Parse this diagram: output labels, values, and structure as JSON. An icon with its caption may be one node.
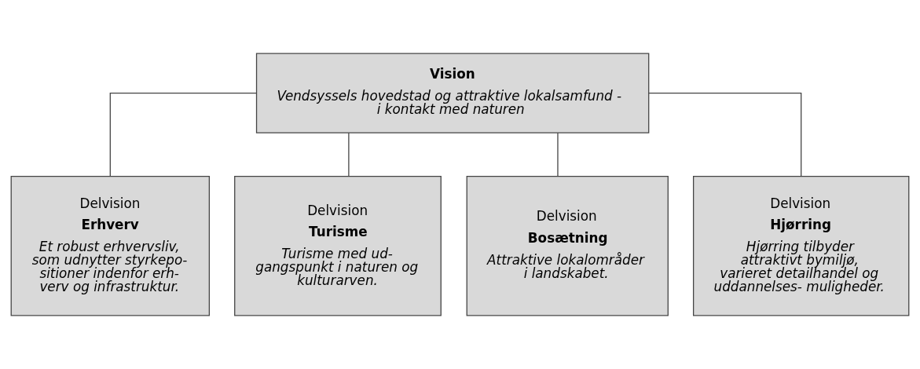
{
  "diagram": {
    "nodes": [
      {
        "text": [
          "Vision",
          "Vendsyssels hovedstad og attraktive lokalsamfund - i kontakt med naturen"
        ]
      },
      {
        "text": [
          "Delvision",
          "Erhverv",
          "Et robust erhvervsliv, som udnytter styrkepo- sitioner indenfor erh- verv og infrastruktur."
        ]
      },
      {
        "text": [
          "Delvision",
          "Turisme",
          "Turisme med ud- gangspunkt i naturen og kulturarven."
        ]
      },
      {
        "text": [
          "Delvision",
          "Bosætning",
          "Attraktive lokalområder i landskabet."
        ]
      },
      {
        "text": [
          "Delvision",
          "Hjørring",
          "Hjørring tilbyder attraktivt bymiljø, varieret detailhandel og uddannelses- muligheder."
        ]
      }
    ],
    "edges": [
      {
        "from": 0,
        "to": 1,
        "arrow": "none"
      },
      {
        "from": 0,
        "to": 2,
        "arrow": "none"
      },
      {
        "from": 0,
        "to": 3,
        "arrow": "none"
      },
      {
        "from": 0,
        "to": 4,
        "arrow": "none"
      }
    ]
  }
}
